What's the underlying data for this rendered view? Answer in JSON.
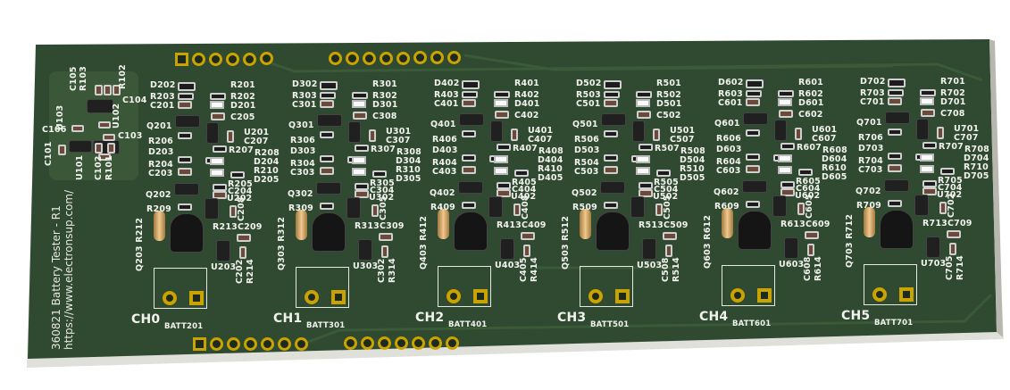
{
  "board": {
    "title": "360821 Battery Tester - R1",
    "url": "https://www.electronsup.com/",
    "colors": {
      "soldermask": "#2f4a30",
      "silkscreen": "#f2f2ee",
      "copper_pad": "#c9a400",
      "edge": "#dcdcd6"
    }
  },
  "power_module": {
    "labels": [
      "C105",
      "R103",
      "R102",
      "C104",
      "U103",
      "U102",
      "C106",
      "C103",
      "C101",
      "U101",
      "C102",
      "R101"
    ]
  },
  "channels": [
    {
      "name": "CH0",
      "connector": "BATT201",
      "labels": [
        "D202",
        "R203",
        "C201",
        "Q201",
        "R206",
        "D203",
        "R204",
        "C203",
        "Q202",
        "R209",
        "R201",
        "R202",
        "D201",
        "C205",
        "U201",
        "C207",
        "R207",
        "R208",
        "D204",
        "R210",
        "D205",
        "R205",
        "C204",
        "U202",
        "C208",
        "R213",
        "C209",
        "Q203 R212",
        "U203",
        "C202",
        "R214"
      ]
    },
    {
      "name": "CH1",
      "connector": "BATT301",
      "labels": [
        "D302",
        "R303",
        "C301",
        "Q301",
        "R306",
        "D303",
        "R304",
        "C303",
        "Q302",
        "R309",
        "R301",
        "R302",
        "D301",
        "C308",
        "U301",
        "C307",
        "R307",
        "R308",
        "D304",
        "R310",
        "D305",
        "R305",
        "C304",
        "U302",
        "C305",
        "R313",
        "C309",
        "Q303 R312",
        "U303",
        "C302",
        "R314"
      ]
    },
    {
      "name": "CH2",
      "connector": "BATT401",
      "labels": [
        "D402",
        "R403",
        "C401",
        "Q401",
        "R406",
        "D403",
        "R404",
        "C403",
        "Q402",
        "R409",
        "R401",
        "R402",
        "D401",
        "C402",
        "U401",
        "C407",
        "R407",
        "R408",
        "D404",
        "R410",
        "D405",
        "R405",
        "C404",
        "U402",
        "C408",
        "R413",
        "C409",
        "Q403 R412",
        "U403",
        "C405",
        "R414"
      ]
    },
    {
      "name": "CH3",
      "connector": "BATT501",
      "labels": [
        "D502",
        "R503",
        "C501",
        "Q501",
        "R506",
        "D503",
        "R504",
        "C503",
        "Q502",
        "R509",
        "R501",
        "R502",
        "D501",
        "C502",
        "U501",
        "C507",
        "R507",
        "R508",
        "D504",
        "R510",
        "D505",
        "R505",
        "C504",
        "U502",
        "C505",
        "R513",
        "C509",
        "Q503 R512",
        "U503",
        "C508",
        "R514"
      ]
    },
    {
      "name": "CH4",
      "connector": "BATT601",
      "labels": [
        "D602",
        "R603",
        "C601",
        "Q601",
        "R606",
        "D603",
        "R604",
        "C603",
        "Q602",
        "R609",
        "R601",
        "R602",
        "D601",
        "C602",
        "U601",
        "C607",
        "R607",
        "R608",
        "D604",
        "R610",
        "D605",
        "R605",
        "C604",
        "U602",
        "C605",
        "R613",
        "C609",
        "Q603 R612",
        "U603",
        "C608",
        "R614"
      ]
    },
    {
      "name": "CH5",
      "connector": "BATT701",
      "labels": [
        "D702",
        "R703",
        "C701",
        "Q701",
        "R706",
        "D703",
        "R704",
        "C703",
        "Q702",
        "R709",
        "R701",
        "R702",
        "D701",
        "C708",
        "U701",
        "C707",
        "R707",
        "R708",
        "D704",
        "R710",
        "D705",
        "R705",
        "C704",
        "U702",
        "C702",
        "R713",
        "C709",
        "Q703 R712",
        "U703",
        "C705",
        "R714"
      ]
    }
  ]
}
